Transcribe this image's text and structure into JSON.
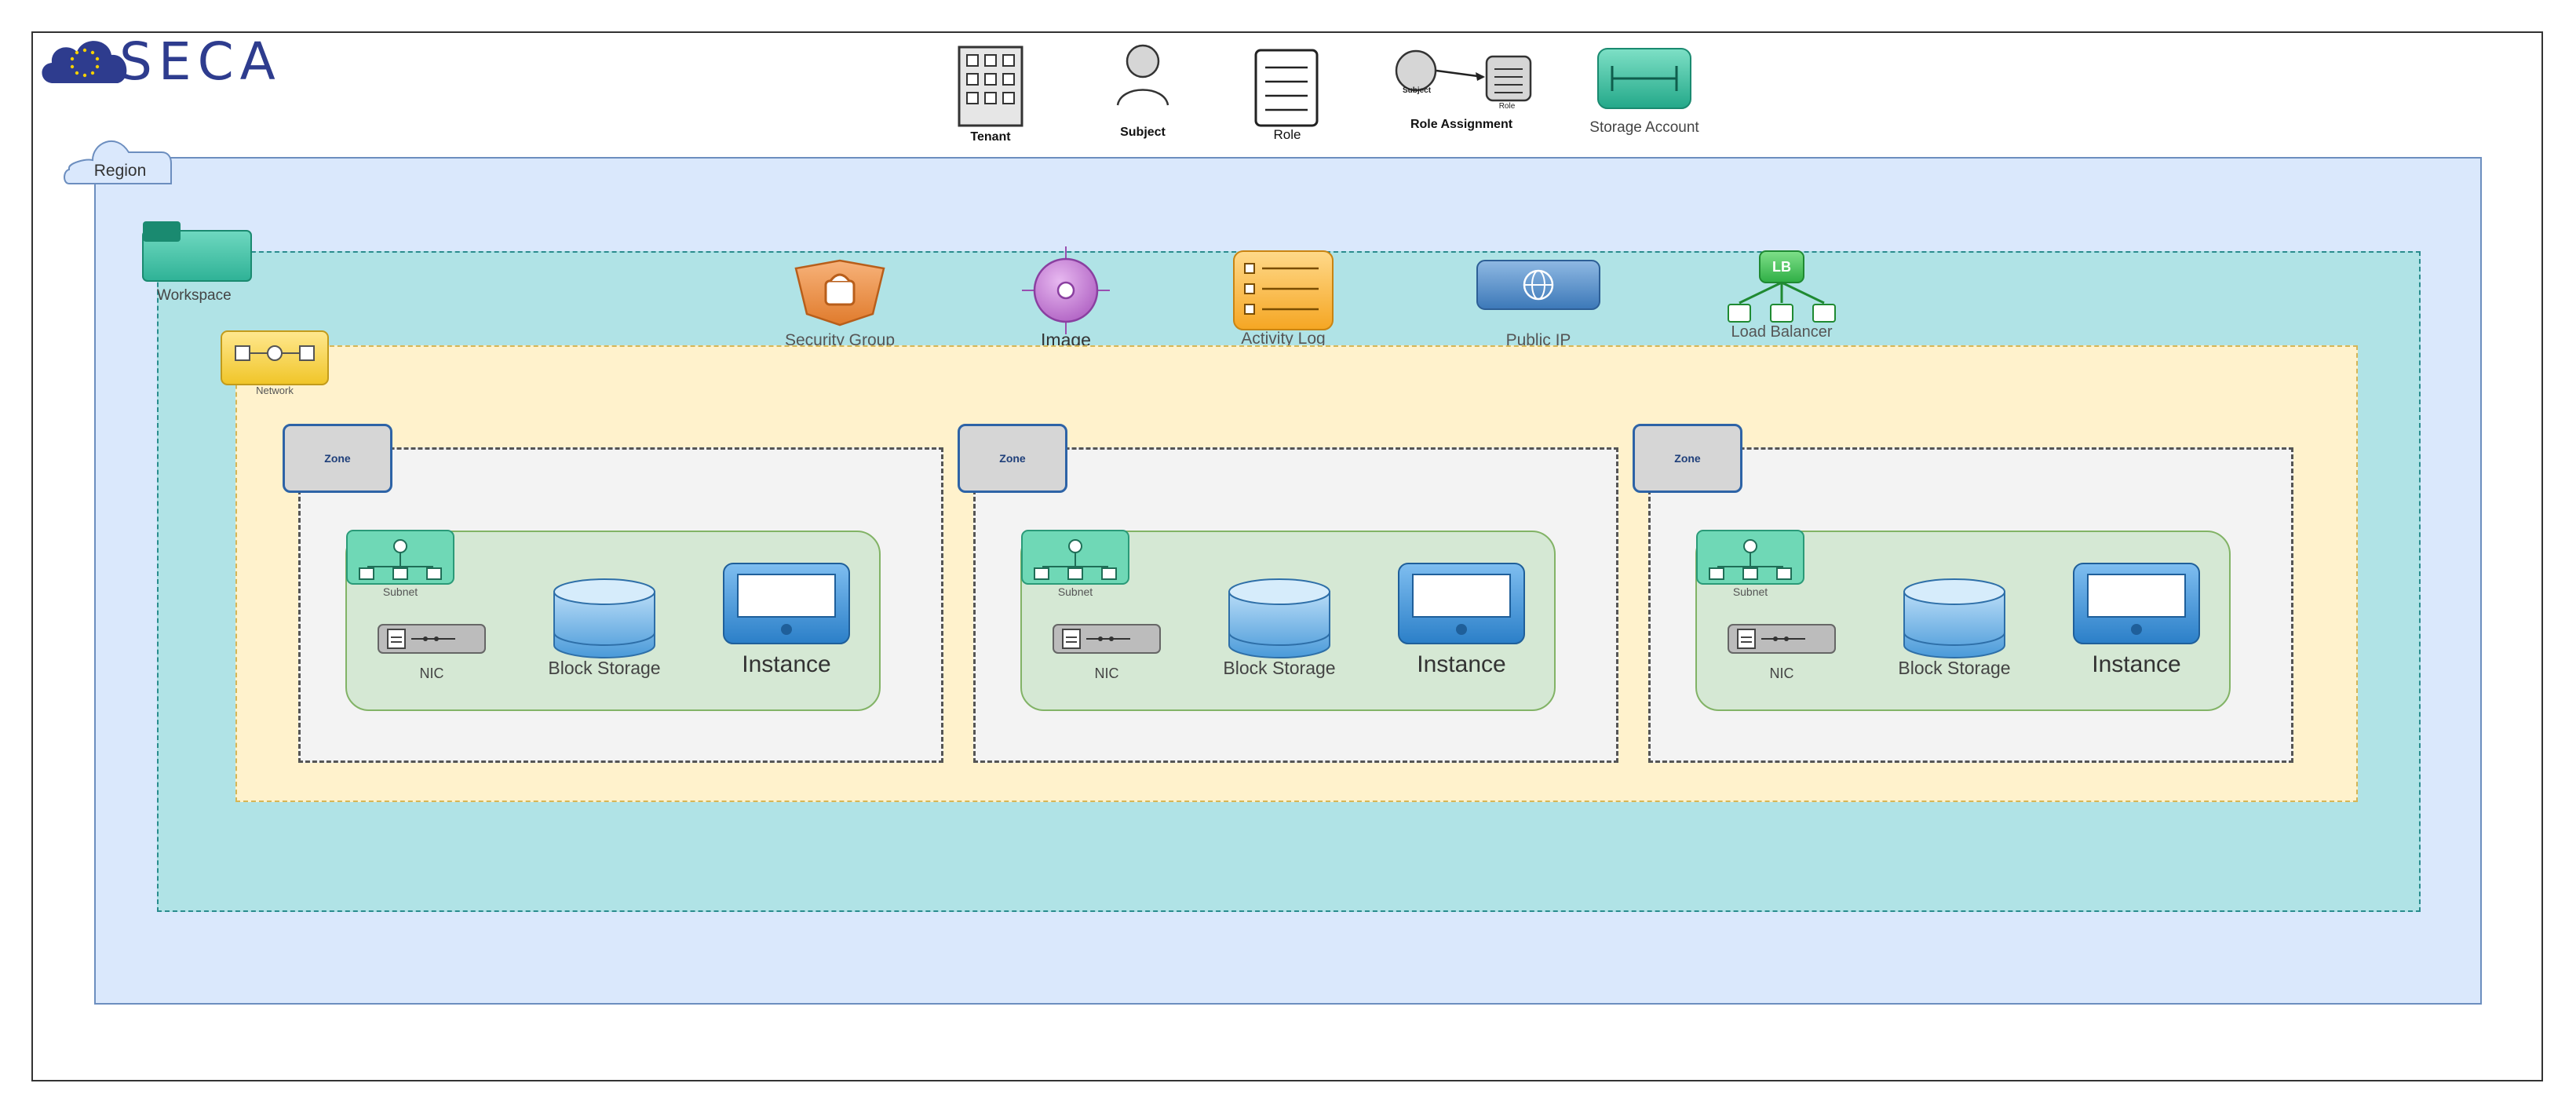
{
  "brand": {
    "name": "SECA",
    "colors": {
      "primary": "#2e3c8e",
      "star": "#f5d000"
    }
  },
  "legend": {
    "items": [
      {
        "icon": "building-icon",
        "label": "Tenant"
      },
      {
        "icon": "person-icon",
        "label": "Subject"
      },
      {
        "icon": "document-icon",
        "label": "Role"
      },
      {
        "icon": "role-assignment-icon",
        "label": "Role Assignment",
        "sub_subject": "Subject",
        "sub_role": "Role"
      },
      {
        "icon": "storage-account-icon",
        "label": "Storage Account"
      }
    ]
  },
  "region": {
    "label": "Region",
    "color": "#dae8fc"
  },
  "workspace": {
    "label": "Workspace",
    "color": "#b0e3e6"
  },
  "workspace_resources": [
    {
      "icon": "security-group-icon",
      "label": "Security Group"
    },
    {
      "icon": "image-icon",
      "label": "Image"
    },
    {
      "icon": "activity-log-icon",
      "label": "Activity Log"
    },
    {
      "icon": "public-ip-icon",
      "label": "Public IP"
    },
    {
      "icon": "load-balancer-icon",
      "label": "Load Balancer",
      "badge": "LB"
    }
  ],
  "network": {
    "label": "Network",
    "color": "#fff2cc"
  },
  "zones": [
    {
      "label": "Zone",
      "subnet_label": "Subnet",
      "nic_label": "NIC",
      "storage_label": "Block Storage",
      "instance_label": "Instance"
    },
    {
      "label": "Zone",
      "subnet_label": "Subnet",
      "nic_label": "NIC",
      "storage_label": "Block Storage",
      "instance_label": "Instance"
    },
    {
      "label": "Zone",
      "subnet_label": "Subnet",
      "nic_label": "NIC",
      "storage_label": "Block Storage",
      "instance_label": "Instance"
    }
  ]
}
